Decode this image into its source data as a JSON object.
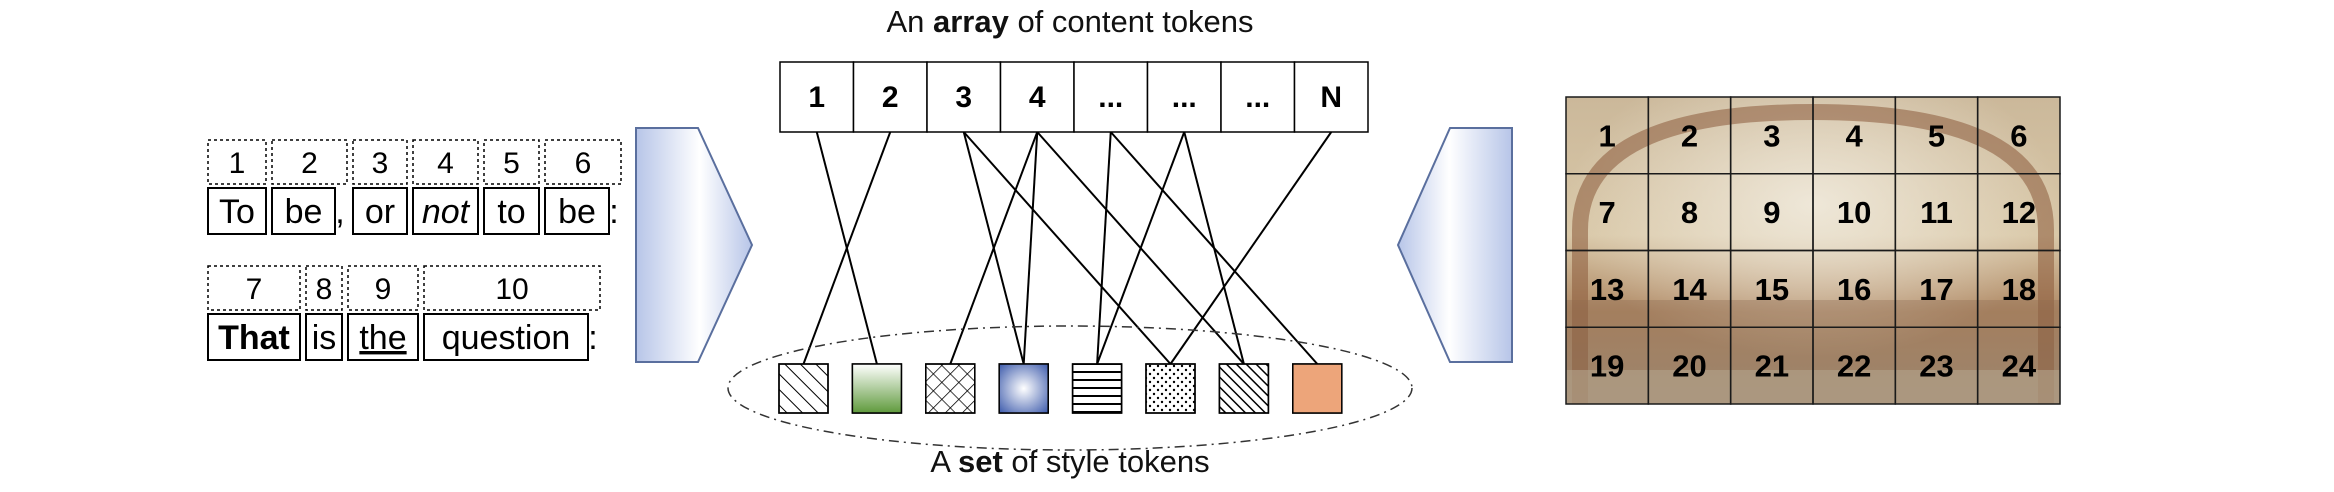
{
  "top_caption": {
    "pre": "An ",
    "bold": "array",
    "post": " of content tokens"
  },
  "bottom_caption": {
    "pre": "A ",
    "bold": "set",
    "post": " of style tokens"
  },
  "content_tokens": [
    "1",
    "2",
    "3",
    "4",
    "...",
    "...",
    "...",
    "N"
  ],
  "style_tokens": [
    {
      "pattern": "diagonal-lines-icon"
    },
    {
      "pattern": "green-gradient-icon"
    },
    {
      "pattern": "crosshatch-icon"
    },
    {
      "pattern": "blue-gradient-icon"
    },
    {
      "pattern": "horizontal-lines-icon"
    },
    {
      "pattern": "dots-icon"
    },
    {
      "pattern": "dense-diagonal-lines-icon"
    },
    {
      "pattern": "solid-orange-icon"
    }
  ],
  "connections": [
    [
      0,
      1
    ],
    [
      1,
      0
    ],
    [
      2,
      3
    ],
    [
      2,
      5
    ],
    [
      3,
      2
    ],
    [
      3,
      3
    ],
    [
      3,
      6
    ],
    [
      4,
      4
    ],
    [
      4,
      7
    ],
    [
      5,
      4
    ],
    [
      5,
      6
    ],
    [
      7,
      5
    ]
  ],
  "text_tokens": {
    "line1": [
      {
        "num": "1",
        "word": "To",
        "style": "plain"
      },
      {
        "num": "2",
        "word": "be",
        "suffix": ",",
        "style": "orange"
      },
      {
        "num": "3",
        "word": "or",
        "style": "plain"
      },
      {
        "num": "4",
        "word": "not",
        "style": "italic"
      },
      {
        "num": "5",
        "word": "to",
        "style": "plain"
      },
      {
        "num": "6",
        "word": "be",
        "suffix": ":",
        "style": "orange"
      }
    ],
    "line2": [
      {
        "num": "7",
        "word": "That",
        "style": "bold"
      },
      {
        "num": "8",
        "word": "is",
        "style": "plain"
      },
      {
        "num": "9",
        "word": "the",
        "style": "underline"
      },
      {
        "num": "10",
        "word": "question",
        "suffix": ":",
        "style": "orange"
      }
    ]
  },
  "image_grid": {
    "rows": 4,
    "cols": 6,
    "labels": [
      "1",
      "2",
      "3",
      "4",
      "5",
      "6",
      "7",
      "8",
      "9",
      "10",
      "11",
      "12",
      "13",
      "14",
      "15",
      "16",
      "17",
      "18",
      "19",
      "20",
      "21",
      "22",
      "23",
      "24"
    ]
  },
  "colors": {
    "orange": "#e07a36",
    "arrow_fill": "#c9d3ea",
    "arrow_stroke": "#5a6f9e",
    "line": "#000000"
  }
}
